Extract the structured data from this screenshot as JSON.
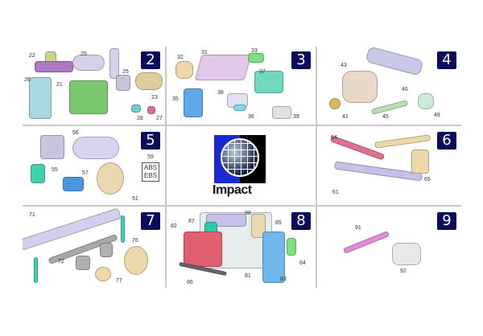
{
  "cells": [
    {
      "number": "2",
      "parts": [
        "22",
        "29",
        "25",
        "26",
        "21",
        "23",
        "28",
        "27"
      ]
    },
    {
      "number": "3",
      "parts": [
        "32",
        "31",
        "33",
        "37",
        "35",
        "38",
        "36",
        "39"
      ]
    },
    {
      "number": "4",
      "parts": [
        "43",
        "46",
        "41",
        "45",
        "48"
      ]
    },
    {
      "number": "5",
      "parts": [
        "56",
        "59",
        "55",
        "57",
        "51"
      ],
      "abs_label": "ABS",
      "ebs_label": "EBS"
    },
    {
      "logo_text": "Impact"
    },
    {
      "number": "6",
      "parts": [
        "64",
        "65",
        "61"
      ]
    },
    {
      "number": "7",
      "parts": [
        "71",
        "76",
        "72",
        "77"
      ]
    },
    {
      "number": "8",
      "parts": [
        "88",
        "87",
        "85",
        "82",
        "84",
        "81",
        "86",
        "83"
      ]
    },
    {
      "number": "9",
      "parts": [
        "91",
        "92"
      ]
    }
  ],
  "colors": {
    "badge": "#0c0c5c",
    "divider": "#c8c8c8"
  }
}
